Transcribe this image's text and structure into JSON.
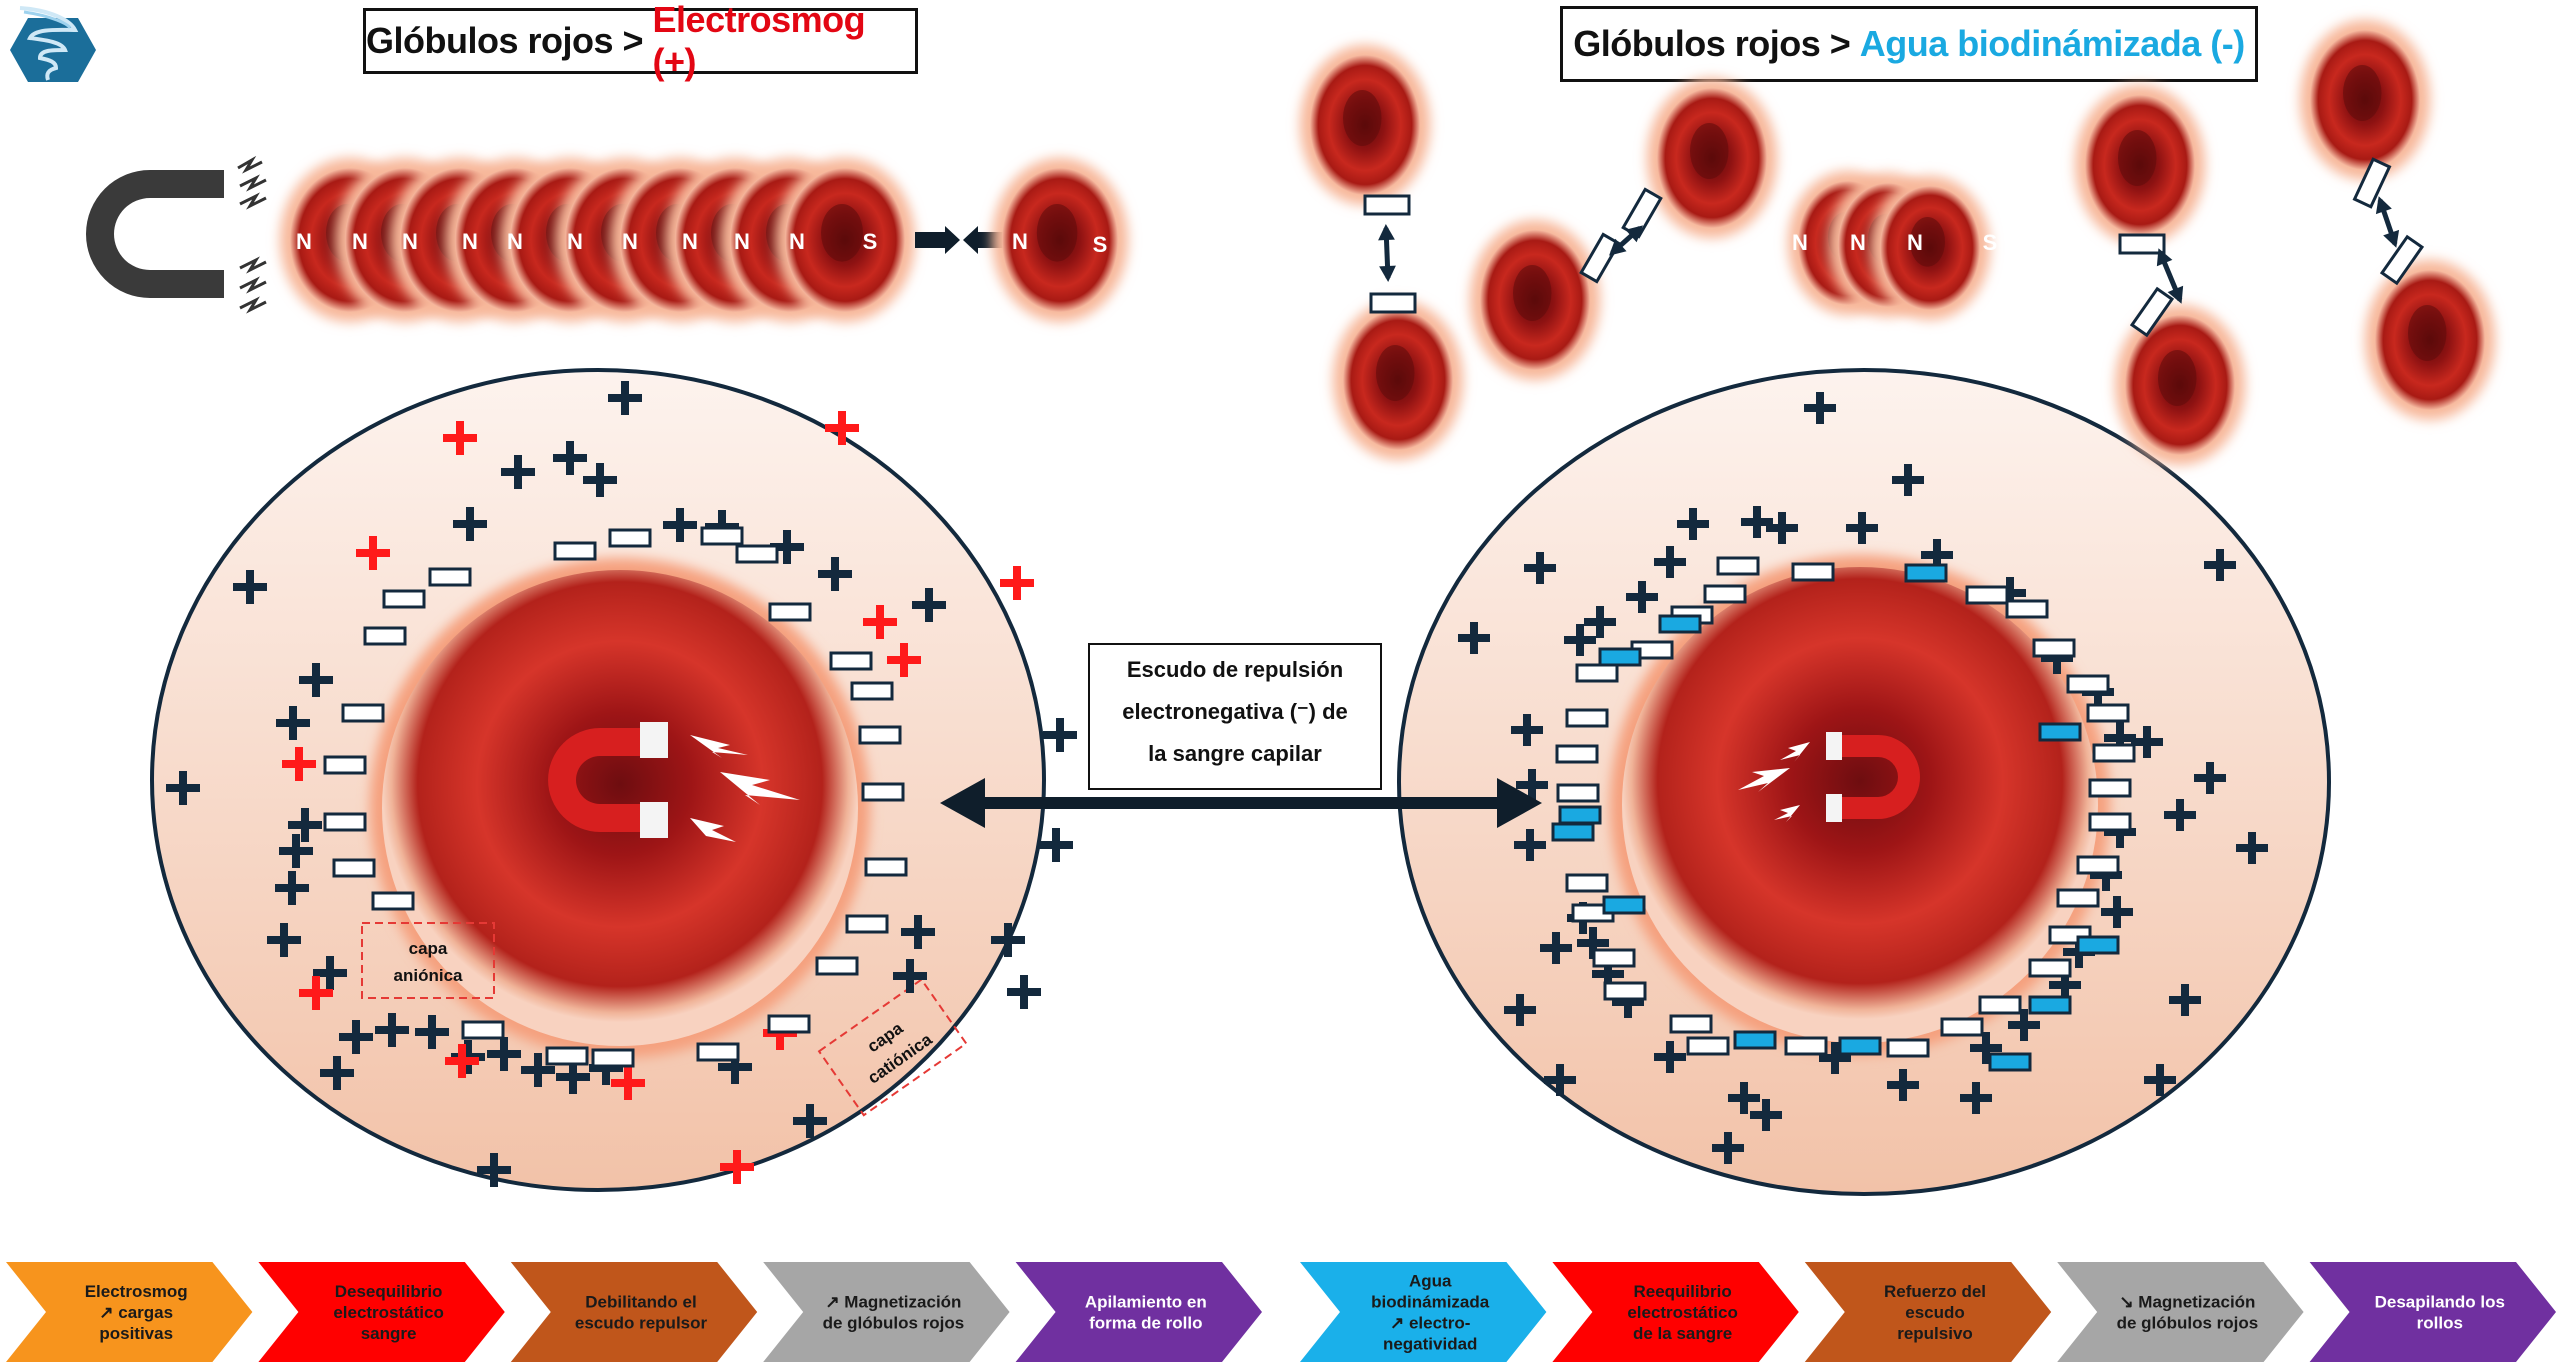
{
  "logo": {
    "icon": "tornado-hexagon-logo-icon"
  },
  "left_title": {
    "prefix": "Glóbulos rojos > ",
    "highlight": "Electrosmog (+)",
    "highlight_color": "#e30613"
  },
  "right_title": {
    "prefix": "Glóbulos rojos > ",
    "highlight": "Agua biodinámizada (-)",
    "highlight_color": "#1aa9e1"
  },
  "top_left_scene": {
    "magnet_icon": "horseshoe-magnet-icon",
    "stack_letters": [
      "N",
      "N",
      "N",
      "N",
      "N",
      "N",
      "N",
      "N",
      "N",
      "N",
      "S"
    ],
    "single_cell_letters": [
      "N",
      "S"
    ],
    "attraction_icon": "attraction-arrows-icon"
  },
  "top_right_scene": {
    "stack_letters": [
      "N",
      "N",
      "N",
      "S"
    ],
    "repulsion_icon": "repulsion-double-arrow-icon"
  },
  "center_box": {
    "lines": [
      "Escudo de repulsión",
      "electronegativa (⁻) de",
      "la sangre capilar"
    ]
  },
  "left_circle": {
    "labels": {
      "anionic": [
        "capa",
        "aniónica"
      ],
      "cationic": [
        "capa",
        "catiónica"
      ]
    },
    "colors": {
      "positive_dark": "#13293d",
      "positive_red": "#ff1a1a",
      "negative": "#ffffff"
    }
  },
  "right_circle": {
    "colors": {
      "positive_dark": "#13293d",
      "negative": "#ffffff",
      "negative_blue": "#1aa9e1"
    }
  },
  "left_process": [
    {
      "lines": [
        "Electrosmog",
        "↗ cargas",
        "positivas"
      ],
      "color": "#f7941d",
      "text_color": "#1a1a1a"
    },
    {
      "lines": [
        "Desequilibrio",
        "electrostático",
        "sangre"
      ],
      "color": "#ff0000",
      "text_color": "#1a1a1a"
    },
    {
      "lines": [
        "Debilitando el",
        "escudo repulsor"
      ],
      "color": "#c0561b",
      "text_color": "#1a1a1a"
    },
    {
      "lines": [
        "↗ Magnetización",
        "de glóbulos rojos"
      ],
      "color": "#a6a6a6",
      "text_color": "#1a1a1a"
    },
    {
      "lines": [
        "Apilamiento en",
        "forma de rollo"
      ],
      "color": "#7030a0",
      "text_color": "#ffffff"
    }
  ],
  "right_process": [
    {
      "lines": [
        "Agua",
        "biodinámizada",
        "↗ electro-",
        "negatividad"
      ],
      "color": "#1ab0ea",
      "text_color": "#1a1a1a"
    },
    {
      "lines": [
        "Reequilibrio",
        "electrostático",
        "de la sangre"
      ],
      "color": "#ff0000",
      "text_color": "#1a1a1a"
    },
    {
      "lines": [
        "Refuerzo del",
        "escudo",
        "repulsivo"
      ],
      "color": "#c0561b",
      "text_color": "#1a1a1a"
    },
    {
      "lines": [
        "↘ Magnetización",
        "de glóbulos rojos"
      ],
      "color": "#a6a6a6",
      "text_color": "#1a1a1a"
    },
    {
      "lines": [
        "Desapilando los",
        "rollos"
      ],
      "color": "#7030a0",
      "text_color": "#ffffff"
    }
  ]
}
